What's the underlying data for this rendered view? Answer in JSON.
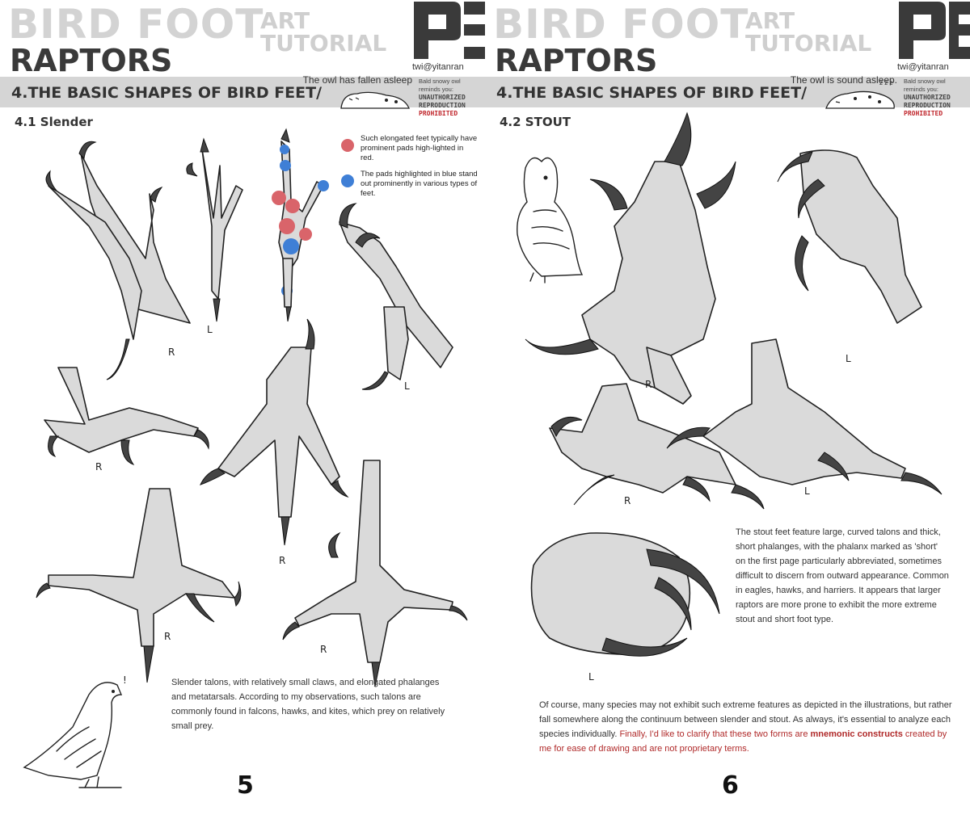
{
  "header": {
    "title_main": "BIRD FOOT",
    "title_art": "ART",
    "title_tutorial": "TUTORIAL",
    "title_sub": "RAPTORS",
    "handle": "twi@yitanran",
    "section_title": "4.THE BASIC SHAPES OF BIRD FEET/",
    "warning_line1": "Bald snowy owl",
    "warning_line2": "reminds you:",
    "warning_line3": "UNAUTHORIZED",
    "warning_line4": "REPRODUCTION",
    "warning_line5": "PROHIBITED"
  },
  "left_page": {
    "owl_note": "The owl has fallen asleep",
    "subheading": "4.1 Slender",
    "legend": [
      {
        "text": "Such elongated feet typically have prominent pads high-lighted in red.",
        "color": "#d9646a"
      },
      {
        "text": "The pads highlighted in blue stand out prominently in various types of feet.",
        "color": "#3f7fd6"
      }
    ],
    "foot_labels": [
      "R",
      "L",
      "L",
      "R",
      "R",
      "R",
      "R"
    ],
    "body": "Slender talons, with relatively small claws, and elongated phalanges and metatarsals. According to my observations, such talons are commonly found in falcons, hawks, and kites, which prey on relatively small prey.",
    "page_number": "5",
    "exclaim": "!"
  },
  "right_page": {
    "owl_note": "The owl is sound asleep.",
    "zzz": "z z z",
    "subheading": "4.2 STOUT",
    "foot_labels": [
      "R",
      "L",
      "R",
      "L",
      "L"
    ],
    "body": "The stout feet feature large, curved talons and thick, short phalanges, with the phalanx marked as 'short' on the first page particularly abbreviated, sometimes difficult to discern from outward appearance. Common in eagles, hawks, and harriers. It appears that larger raptors are more prone to exhibit the more extreme stout and short foot type.",
    "closing_plain": "Of course, many species may not exhibit such extreme features as depicted in the illustrations, but rather fall somewhere along the continuum between slender and stout. As always, it's essential to analyze each species individually. ",
    "closing_red": "Finally, I'd like to clarify that these two forms are ",
    "closing_bold_red": "mnemonic constructs",
    "closing_red_end": " created by me for ease of drawing and are not proprietary terms.",
    "page_number": "6"
  }
}
